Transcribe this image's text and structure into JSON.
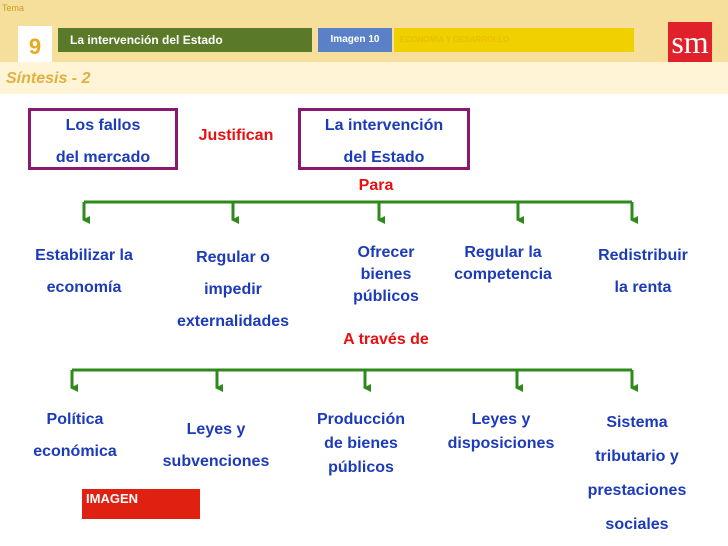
{
  "header": {
    "tema_label": "Tema",
    "tema_number": "9",
    "unit_title": "La intervención del Estado",
    "image_label": "Imagen 10",
    "book_title": "ECONOMÍA Y DESARROLLO",
    "logo": "sm"
  },
  "section_title": "Síntesis - 2",
  "top": {
    "left_box": [
      "Los fallos",
      "del mercado"
    ],
    "connector": "Justifican",
    "right_box": [
      "La intervención",
      "del Estado"
    ],
    "para": "Para"
  },
  "goals": [
    [
      "Estabilizar la",
      "economía"
    ],
    [
      "Regular o",
      "impedir",
      "externalidades"
    ],
    [
      "Ofrecer",
      "bienes",
      "públicos"
    ],
    [
      "Regular la",
      "competencia"
    ],
    [
      "Redistribuir",
      "la renta"
    ]
  ],
  "through_label": "A través de",
  "instruments": [
    [
      "Política",
      "económica"
    ],
    [
      "Leyes y",
      "subvenciones"
    ],
    [
      "Producción",
      "de bienes",
      "públicos"
    ],
    [
      "Leyes y",
      "disposiciones"
    ],
    [
      "Sistema",
      "tributario y",
      "prestaciones",
      "sociales"
    ]
  ],
  "badge": "IMAGEN",
  "colors": {
    "arrow": "#2f8a1c",
    "text_blue": "#1c3bb8",
    "text_red": "#e81010",
    "box_border": "#8a1a70",
    "header_bg": "#f6df9a"
  }
}
